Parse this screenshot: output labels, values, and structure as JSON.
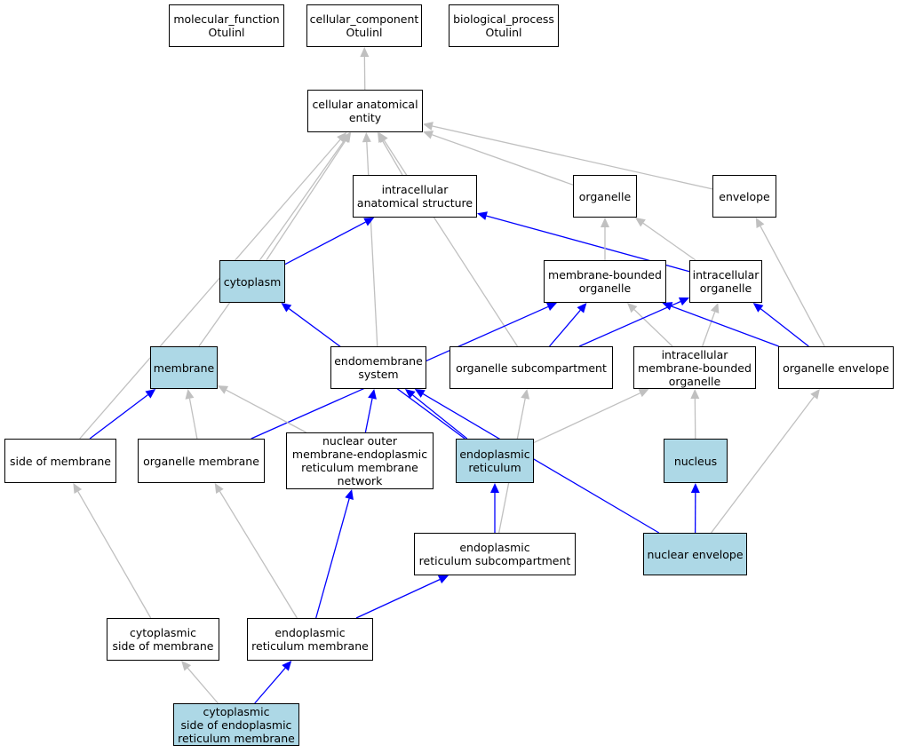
{
  "colors": {
    "highlight": "#add8e6",
    "node_fill": "#ffffff",
    "gray_edge": "#c0c0c0",
    "blue_edge": "#0000ff"
  },
  "nodes": [
    {
      "id": "mf",
      "label": "molecular_function\nOtulinl",
      "highlight": false
    },
    {
      "id": "cc",
      "label": "cellular_component\nOtulinl",
      "highlight": false
    },
    {
      "id": "bp",
      "label": "biological_process\nOtulinl",
      "highlight": false
    },
    {
      "id": "cae",
      "label": "cellular anatomical\nentity",
      "highlight": false
    },
    {
      "id": "ias",
      "label": "intracellular\nanatomical structure",
      "highlight": false
    },
    {
      "id": "org",
      "label": "organelle",
      "highlight": false
    },
    {
      "id": "env",
      "label": "envelope",
      "highlight": false
    },
    {
      "id": "cyt",
      "label": "cytoplasm",
      "highlight": true
    },
    {
      "id": "mbo",
      "label": "membrane-bounded\norganelle",
      "highlight": false
    },
    {
      "id": "io",
      "label": "intracellular\norganelle",
      "highlight": false
    },
    {
      "id": "mem",
      "label": "membrane",
      "highlight": true
    },
    {
      "id": "ems",
      "label": "endomembrane\nsystem",
      "highlight": false
    },
    {
      "id": "osc",
      "label": "organelle subcompartment",
      "highlight": false
    },
    {
      "id": "imbo",
      "label": "intracellular\nmembrane-bounded\norganelle",
      "highlight": false
    },
    {
      "id": "oe",
      "label": "organelle envelope",
      "highlight": false
    },
    {
      "id": "som",
      "label": "side of membrane",
      "highlight": false
    },
    {
      "id": "om",
      "label": "organelle membrane",
      "highlight": false
    },
    {
      "id": "nom",
      "label": "nuclear outer\nmembrane-endoplasmic\nreticulum membrane\nnetwork",
      "highlight": false
    },
    {
      "id": "er",
      "label": "endoplasmic\nreticulum",
      "highlight": true
    },
    {
      "id": "nuc",
      "label": "nucleus",
      "highlight": true
    },
    {
      "id": "ersc",
      "label": "endoplasmic\nreticulum subcompartment",
      "highlight": false
    },
    {
      "id": "ne",
      "label": "nuclear envelope",
      "highlight": true
    },
    {
      "id": "csm",
      "label": "cytoplasmic\nside of membrane",
      "highlight": false
    },
    {
      "id": "erm",
      "label": "endoplasmic\nreticulum membrane",
      "highlight": false
    },
    {
      "id": "cserm",
      "label": "cytoplasmic\nside of endoplasmic\nreticulum membrane",
      "highlight": true
    }
  ],
  "edges": [
    {
      "from": "cae",
      "to": "cc",
      "kind": "is_a"
    },
    {
      "from": "ias",
      "to": "cae",
      "kind": "is_a"
    },
    {
      "from": "org",
      "to": "cae",
      "kind": "is_a"
    },
    {
      "from": "env",
      "to": "cae",
      "kind": "is_a"
    },
    {
      "from": "cyt",
      "to": "cae",
      "kind": "is_a"
    },
    {
      "from": "mem",
      "to": "cae",
      "kind": "is_a"
    },
    {
      "from": "som",
      "to": "cae",
      "kind": "is_a"
    },
    {
      "from": "ems",
      "to": "cae",
      "kind": "is_a"
    },
    {
      "from": "osc",
      "to": "cae",
      "kind": "is_a"
    },
    {
      "from": "cyt",
      "to": "ias",
      "kind": "part_of"
    },
    {
      "from": "io",
      "to": "ias",
      "kind": "part_of"
    },
    {
      "from": "mbo",
      "to": "org",
      "kind": "is_a"
    },
    {
      "from": "io",
      "to": "org",
      "kind": "is_a"
    },
    {
      "from": "oe",
      "to": "env",
      "kind": "is_a"
    },
    {
      "from": "osc",
      "to": "mbo",
      "kind": "part_of"
    },
    {
      "from": "om",
      "to": "mbo",
      "kind": "part_of"
    },
    {
      "from": "imbo",
      "to": "mbo",
      "kind": "is_a"
    },
    {
      "from": "osc",
      "to": "io",
      "kind": "part_of"
    },
    {
      "from": "imbo",
      "to": "io",
      "kind": "is_a"
    },
    {
      "from": "oe",
      "to": "io",
      "kind": "part_of"
    },
    {
      "from": "oe",
      "to": "mbo",
      "kind": "part_of"
    },
    {
      "from": "er",
      "to": "cyt",
      "kind": "part_of"
    },
    {
      "from": "som",
      "to": "mem",
      "kind": "part_of"
    },
    {
      "from": "om",
      "to": "mem",
      "kind": "is_a"
    },
    {
      "from": "nom",
      "to": "mem",
      "kind": "is_a"
    },
    {
      "from": "nom",
      "to": "ems",
      "kind": "part_of"
    },
    {
      "from": "er",
      "to": "ems",
      "kind": "part_of"
    },
    {
      "from": "ne",
      "to": "ems",
      "kind": "part_of"
    },
    {
      "from": "er",
      "to": "imbo",
      "kind": "is_a"
    },
    {
      "from": "nuc",
      "to": "imbo",
      "kind": "is_a"
    },
    {
      "from": "ersc",
      "to": "osc",
      "kind": "is_a"
    },
    {
      "from": "ne",
      "to": "oe",
      "kind": "is_a"
    },
    {
      "from": "ne",
      "to": "nuc",
      "kind": "part_of"
    },
    {
      "from": "ersc",
      "to": "er",
      "kind": "part_of"
    },
    {
      "from": "csm",
      "to": "som",
      "kind": "is_a"
    },
    {
      "from": "erm",
      "to": "om",
      "kind": "is_a"
    },
    {
      "from": "erm",
      "to": "nom",
      "kind": "part_of"
    },
    {
      "from": "erm",
      "to": "ersc",
      "kind": "part_of"
    },
    {
      "from": "cserm",
      "to": "csm",
      "kind": "is_a"
    },
    {
      "from": "cserm",
      "to": "erm",
      "kind": "part_of"
    }
  ]
}
